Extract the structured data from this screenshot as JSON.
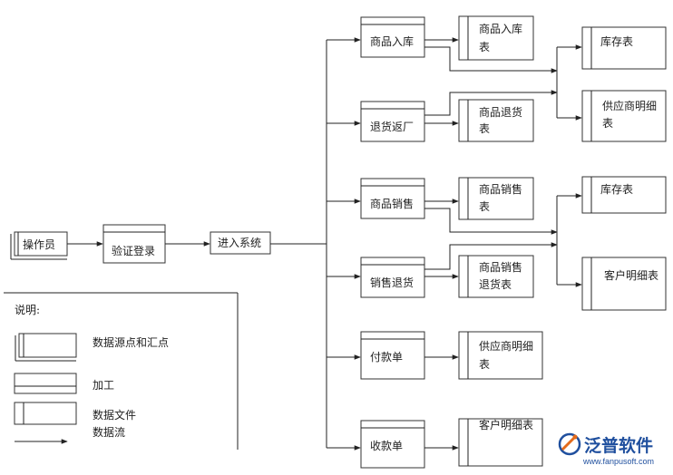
{
  "diagram": {
    "operator": "操作员",
    "login": "验证登录",
    "enter_system": "进入系统",
    "processes": {
      "stock_in": "商品入库",
      "return_to_factory": "退货返厂",
      "sales": "商品销售",
      "sales_return": "销售退货",
      "payment": "付款单",
      "receipt": "收款单"
    },
    "files": {
      "stock_in_table": [
        "商品入库",
        "表"
      ],
      "return_table": [
        "商品退货",
        "表"
      ],
      "sales_table": [
        "商品销售",
        "表"
      ],
      "sales_return_table": [
        "商品销售",
        "退货表"
      ],
      "supplier_detail_mid": [
        "供应商明细",
        "表"
      ],
      "customer_detail_mid": "客户明细表"
    },
    "right": {
      "inventory_1": "库存表",
      "supplier_detail": [
        "供应商明细",
        "表"
      ],
      "inventory_2": "库存表",
      "customer_detail": "客户明细表"
    }
  },
  "legend": {
    "title": "说明:",
    "source_sink": "数据源点和汇点",
    "process": "加工",
    "data_file": "数据文件",
    "data_flow": "数据流"
  },
  "brand": {
    "name_cn": "泛普软件",
    "url": "www.fanpusoft.com"
  }
}
